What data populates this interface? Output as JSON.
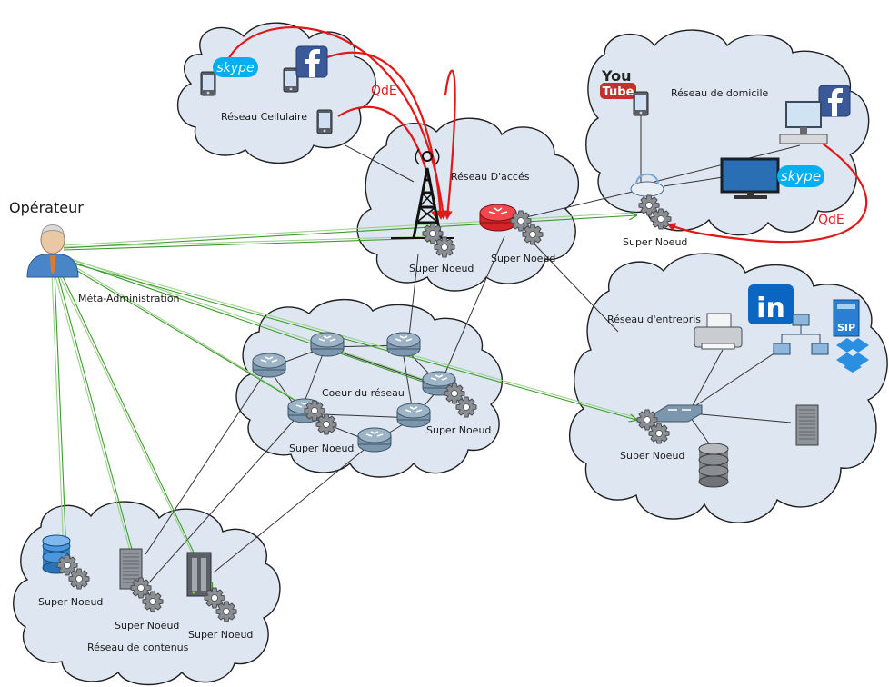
{
  "labels": {
    "operator": "Opérateur",
    "meta_admin": "Méta-Administration",
    "reseau_cellulaire": "Réseau Cellulaire",
    "reseau_acces": "Réseau D'accés",
    "reseau_domicile": "Réseau de domicile",
    "reseau_entreprise": "Réseau d'entrepris",
    "coeur_reseau": "Coeur du réseau",
    "reseau_contenus": "Réseau de contenus",
    "qde_top": "QdE",
    "qde_right": "QdE",
    "super_noeud": "Super Noeud"
  },
  "logos": {
    "skype": "skype",
    "facebook": "f",
    "youtube_top": "You",
    "youtube_bottom": "Tube",
    "linkedin": "in",
    "sip": "SIP"
  },
  "colors": {
    "cloud_fill": "#dde6f1",
    "qde_red": "#e02020",
    "admin_green": "#3d9c2a",
    "facebook_blue": "#3b5998",
    "skype_blue": "#00aff0",
    "linkedin_blue": "#0077b5"
  }
}
